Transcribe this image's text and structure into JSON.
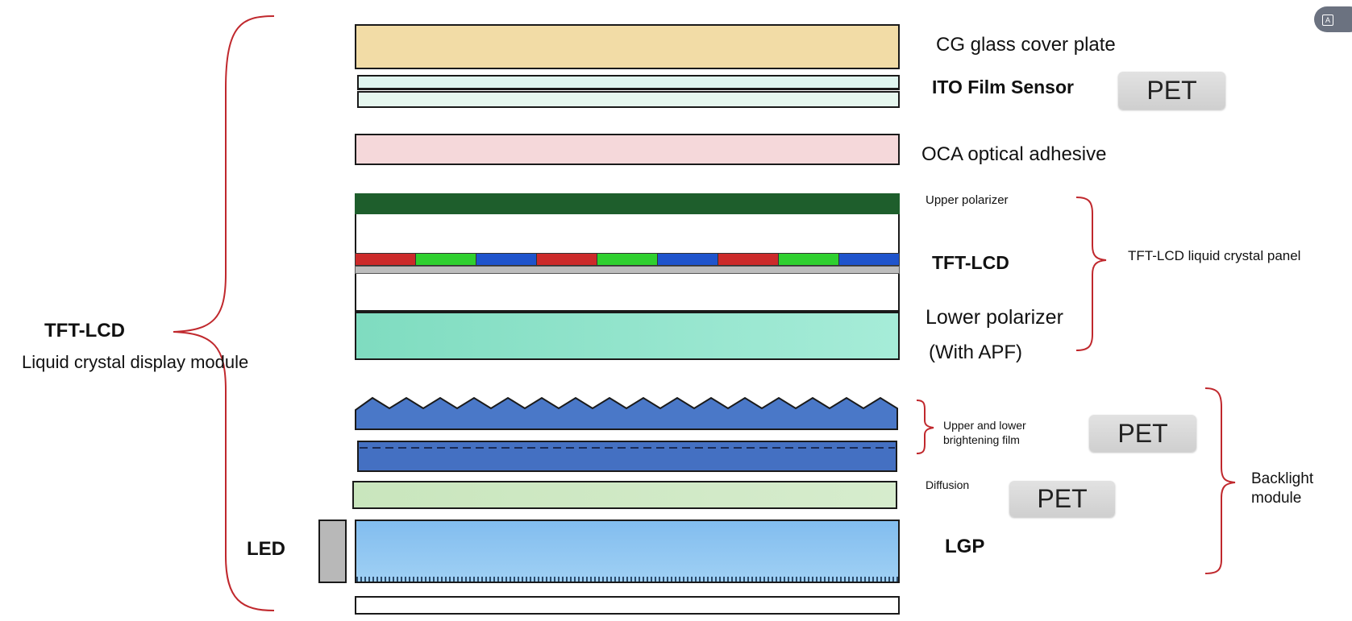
{
  "labels": {
    "cg_cover": "CG glass cover plate",
    "ito_sensor": "ITO Film Sensor",
    "oca": "OCA optical adhesive",
    "upper_polarizer": "Upper polarizer",
    "tft_lcd_center": "TFT-LCD",
    "lower_polarizer_1": "Lower polarizer",
    "lower_polarizer_2": "(With APF)",
    "tft_panel": "TFT-LCD liquid crystal panel",
    "module_title": "TFT-LCD",
    "module_subtitle": "Liquid crystal display module",
    "brightening_1": "Upper and lower",
    "brightening_2": "brightening film",
    "diffusion": "Diffusion",
    "backlight_1": "Backlight",
    "backlight_2": "module",
    "led": "LED",
    "lgp": "LGP"
  },
  "badges": {
    "pet_1": "PET",
    "pet_2": "PET",
    "pet_3": "PET"
  },
  "colors": {
    "cg_glass": "#f2dca6",
    "ito_film": "#dff5ef",
    "oca": "#f5d8da",
    "upper_polarizer": "#1e5e2c",
    "lower_polarizer": "#88e0c8",
    "red_filter": "#cc2a2a",
    "green_filter": "#2fd02f",
    "blue_filter": "#1f54cc",
    "brightening_film": "#4a78c8",
    "diffusion": "#cde8c2",
    "lgp": "#8cc6f0",
    "led": "#b8b8b8",
    "brace": "#c0282d"
  },
  "icons": {
    "translate": "translate-icon"
  }
}
